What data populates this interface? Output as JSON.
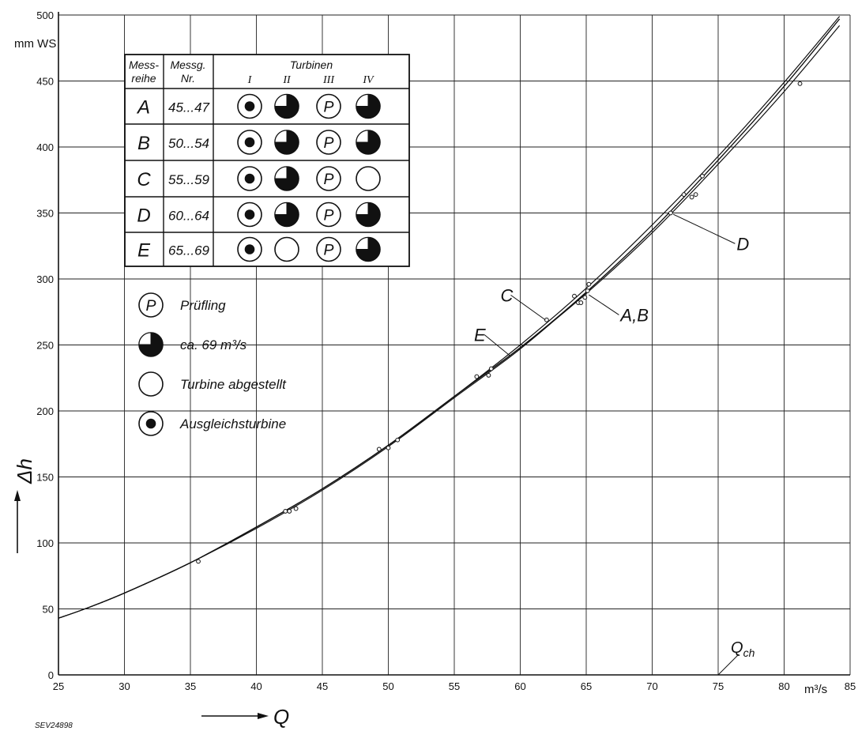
{
  "chart_data": {
    "type": "line",
    "title": "",
    "xlabel": "Q",
    "ylabel": "Δh",
    "x_unit": "m³/s",
    "y_unit": "mm WS",
    "xlim": [
      25,
      85
    ],
    "ylim": [
      0,
      500
    ],
    "xticks": [
      25,
      30,
      35,
      40,
      45,
      50,
      55,
      60,
      65,
      70,
      75,
      80,
      85
    ],
    "yticks": [
      0,
      50,
      100,
      150,
      200,
      250,
      300,
      350,
      400,
      450,
      500
    ],
    "grid": true,
    "series": [
      {
        "name": "A,B",
        "x": [
          25,
          27,
          30,
          35,
          40,
          45,
          50,
          55,
          60,
          65,
          70,
          75,
          80,
          84.2
        ],
        "y": [
          43,
          50,
          62,
          85,
          112,
          141,
          174,
          211,
          248,
          290,
          337,
          390,
          446,
          497
        ]
      },
      {
        "name": "C",
        "x": [
          25,
          27,
          30,
          35,
          40,
          45,
          50,
          55,
          60,
          65,
          70,
          75,
          80,
          84.2
        ],
        "y": [
          43,
          50,
          62,
          85,
          112,
          141,
          174,
          211,
          250,
          293,
          341,
          393,
          449,
          499
        ]
      },
      {
        "name": "D",
        "x": [
          25,
          27,
          30,
          35,
          40,
          45,
          50,
          55,
          60,
          65,
          70,
          75,
          80,
          84.2
        ],
        "y": [
          43,
          50,
          62,
          85,
          112,
          141,
          174,
          211,
          248,
          289,
          335,
          387,
          442,
          492
        ]
      },
      {
        "name": "E",
        "x": [
          25,
          27,
          30,
          35,
          40,
          45,
          50,
          55,
          60,
          65,
          70,
          75,
          80,
          84.2
        ],
        "y": [
          43,
          50,
          62,
          85,
          111,
          140,
          173,
          210,
          247,
          290,
          337,
          390,
          446,
          497
        ]
      }
    ],
    "points": [
      {
        "x": 35.6,
        "y": 86
      },
      {
        "x": 42.2,
        "y": 124
      },
      {
        "x": 42.5,
        "y": 124
      },
      {
        "x": 43.0,
        "y": 126
      },
      {
        "x": 49.3,
        "y": 171
      },
      {
        "x": 50.0,
        "y": 172
      },
      {
        "x": 50.7,
        "y": 178
      },
      {
        "x": 56.7,
        "y": 226
      },
      {
        "x": 57.6,
        "y": 227
      },
      {
        "x": 57.8,
        "y": 232
      },
      {
        "x": 62.0,
        "y": 269
      },
      {
        "x": 64.1,
        "y": 287
      },
      {
        "x": 64.4,
        "y": 282
      },
      {
        "x": 64.6,
        "y": 282
      },
      {
        "x": 64.9,
        "y": 286
      },
      {
        "x": 65.1,
        "y": 291
      },
      {
        "x": 65.2,
        "y": 296
      },
      {
        "x": 71.4,
        "y": 350
      },
      {
        "x": 72.4,
        "y": 364
      },
      {
        "x": 73.0,
        "y": 362
      },
      {
        "x": 73.3,
        "y": 364
      },
      {
        "x": 73.8,
        "y": 378
      },
      {
        "x": 81.2,
        "y": 448
      }
    ],
    "curve_labels": [
      {
        "text": "C",
        "x": 58.5,
        "y": 283,
        "to_x": 61.9,
        "to_y": 269
      },
      {
        "text": "A,B",
        "x": 67.6,
        "y": 268,
        "to_x": 65.2,
        "to_y": 288
      },
      {
        "text": "D",
        "x": 76.4,
        "y": 322,
        "to_x": 71.6,
        "to_y": 349
      },
      {
        "text": "E",
        "x": 56.5,
        "y": 253,
        "to_x": 59.2,
        "to_y": 242
      }
    ],
    "marker": {
      "text": "Q",
      "sub": "ch",
      "x": 75
    }
  },
  "table": {
    "headers": {
      "col1_line1": "Mess-",
      "col1_line2": "reihe",
      "col2_line1": "Messg.",
      "col2_line2": "Nr.",
      "turbinen": "Turbinen",
      "turbine_cols": [
        "I",
        "II",
        "III",
        "IV"
      ]
    },
    "rows": [
      {
        "reihe": "A",
        "nr": "45...47",
        "states": [
          "ausgleich",
          "ca69",
          "pruefling",
          "ca69"
        ]
      },
      {
        "reihe": "B",
        "nr": "50...54",
        "states": [
          "ausgleich",
          "ca69",
          "pruefling",
          "ca69"
        ]
      },
      {
        "reihe": "C",
        "nr": "55...59",
        "states": [
          "ausgleich",
          "ca69",
          "pruefling",
          "off"
        ]
      },
      {
        "reihe": "D",
        "nr": "60...64",
        "states": [
          "ausgleich",
          "ca69",
          "pruefling",
          "ca69"
        ]
      },
      {
        "reihe": "E",
        "nr": "65...69",
        "states": [
          "ausgleich",
          "off",
          "pruefling",
          "ca69"
        ]
      }
    ],
    "pruefling_symbol": "P"
  },
  "legend": [
    {
      "symbol": "pruefling",
      "label": "Prüfling"
    },
    {
      "symbol": "ca69",
      "label": "ca. 69 m³/s"
    },
    {
      "symbol": "off",
      "label": "Turbine abgestellt"
    },
    {
      "symbol": "ausgleich",
      "label": "Ausgleichsturbine"
    }
  ],
  "labels": {
    "y_unit": "mm WS",
    "x_unit": "m³/s",
    "y_axis": "Δh",
    "x_axis": "Q",
    "footer": "SEV24898"
  }
}
